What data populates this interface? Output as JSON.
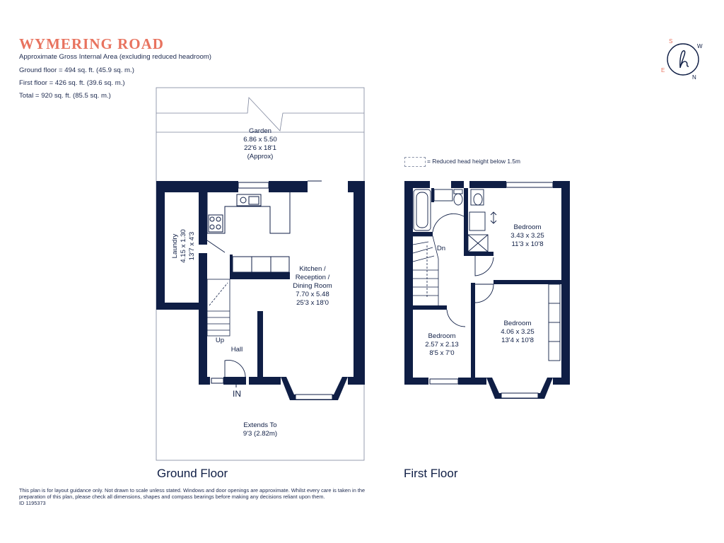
{
  "header": {
    "title": "WYMERING ROAD",
    "area_note": "Approximate Gross Internal Area (excluding reduced headroom)",
    "ground_floor": "Ground floor = 494 sq. ft. (45.9 sq. m.)",
    "first_floor": "First floor = 426 sq. ft. (39.6 sq. m.)",
    "total": "Total = 920 sq. ft. (85.5 sq. m.)"
  },
  "legend": {
    "label": "= Reduced head height below 1.5m"
  },
  "compass": {
    "s": "S",
    "w": "W",
    "e": "E",
    "n": "N",
    "mark": "h"
  },
  "ground": {
    "label": "Ground Floor",
    "garden": {
      "name": "Garden",
      "dim_m": "6.86 x 5.50",
      "dim_ft": "22'6 x 18'1",
      "note": "(Approx)"
    },
    "laundry": {
      "name": "Laundry",
      "dim_m": "4.15 x 1.30",
      "dim_ft": "13'7 x 4'3"
    },
    "kitchen": {
      "line1": "Kitchen /",
      "line2": "Reception /",
      "line3": "Dining Room",
      "dim_m": "7.70 x 5.48",
      "dim_ft": "25'3 x 18'0"
    },
    "hall": "Hall",
    "up": "Up",
    "entry": "IN",
    "extends": {
      "line1": "Extends To",
      "line2": "9'3 (2.82m)"
    }
  },
  "first": {
    "label": "First Floor",
    "down": "Dn",
    "bed_rear": {
      "name": "Bedroom",
      "dim_m": "3.43 x 3.25",
      "dim_ft": "11'3 x 10'8"
    },
    "bed_front": {
      "name": "Bedroom",
      "dim_m": "4.06 x 3.25",
      "dim_ft": "13'4 x 10'8"
    },
    "bed_small": {
      "name": "Bedroom",
      "dim_m": "2.57 x 2.13",
      "dim_ft": "8'5 x 7'0"
    }
  },
  "footer": {
    "disclaimer": "This plan is for layout guidance only. Not drawn to scale unless stated. Windows and door openings are approximate. Whilst every care is taken in the preparation of this plan, please check all dimensions, shapes and compass bearings before making any decisions reliant upon them.",
    "id": "ID 1195373"
  },
  "colors": {
    "wall": "#0f1e45",
    "accent": "#e8735f",
    "line": "#6b7590"
  }
}
